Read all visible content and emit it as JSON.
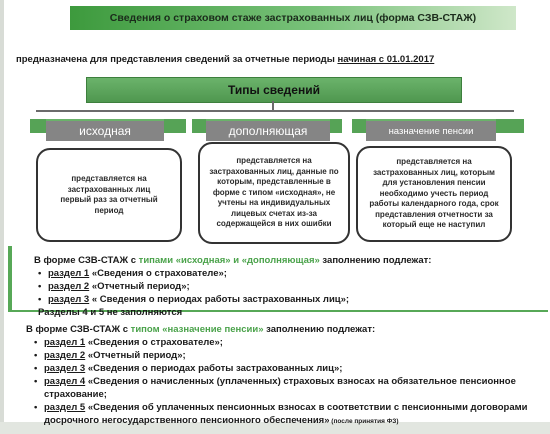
{
  "title": "Сведения о страховом стаже застрахованных лиц (форма СЗВ-СТАЖ)",
  "subtitle": {
    "prefix": "предназначена для представления сведений за отчетные периоды ",
    "underlined": "начиная с 01.01.2017"
  },
  "types_heading": "Типы сведений",
  "types": [
    {
      "label": "исходная",
      "description": "представляется на застрахованных лиц первый раз за отчетный период"
    },
    {
      "label": "дополняющая",
      "description": "представляется на застрахованных лиц, данные по которым, представленные в форме с типом «исходная», не учтены на индивидуальных лицевых счетах из-за содержащейся в них ошибки"
    },
    {
      "label": "назначение пенсии",
      "description": "представляется на застрахованных лиц, которым для установления пенсии необходимо учесть период работы календарного года, срок представления отчетности за который еще не наступил"
    }
  ],
  "block1": {
    "intro_prefix": "В форме СЗВ-СТАЖ с ",
    "intro_green": "типами «исходная» и «дополняющая»",
    "intro_suffix": " заполнению подлежат:",
    "items": [
      {
        "ref": "раздел 1",
        "text": " «Сведения о страхователе»;"
      },
      {
        "ref": "раздел 2",
        "text": " «Отчетный период»;"
      },
      {
        "ref": "раздел 3",
        "text": " « Сведения о периодах работы застрахованных лиц»;"
      }
    ],
    "note": "Разделы 4 и 5 не заполняются"
  },
  "block2": {
    "intro_prefix": "В форме СЗВ-СТАЖ с ",
    "intro_green": "типом «назначение пенсии»",
    "intro_suffix": " заполнению подлежат:",
    "items": [
      {
        "ref": "раздел 1",
        "text": " «Сведения о страхователе»;",
        "extra": ""
      },
      {
        "ref": "раздел 2",
        "text": " «Отчетный период»;",
        "extra": ""
      },
      {
        "ref": "раздел 3",
        "text": " «Сведения о периодах работы застрахованных лиц»;",
        "extra": ""
      },
      {
        "ref": "раздел 4",
        "text": " «Сведения о начисленных (уплаченных) страховых взносах на обязательное пенсионное страхование;",
        "extra": ""
      },
      {
        "ref": "раздел 5",
        "text": " «Сведения об уплаченных пенсионных взносах в соответствии с пенсионными договорами досрочного негосударственного пенсионного обеспечения»",
        "extra": " (после принятия ФЗ)"
      }
    ]
  }
}
